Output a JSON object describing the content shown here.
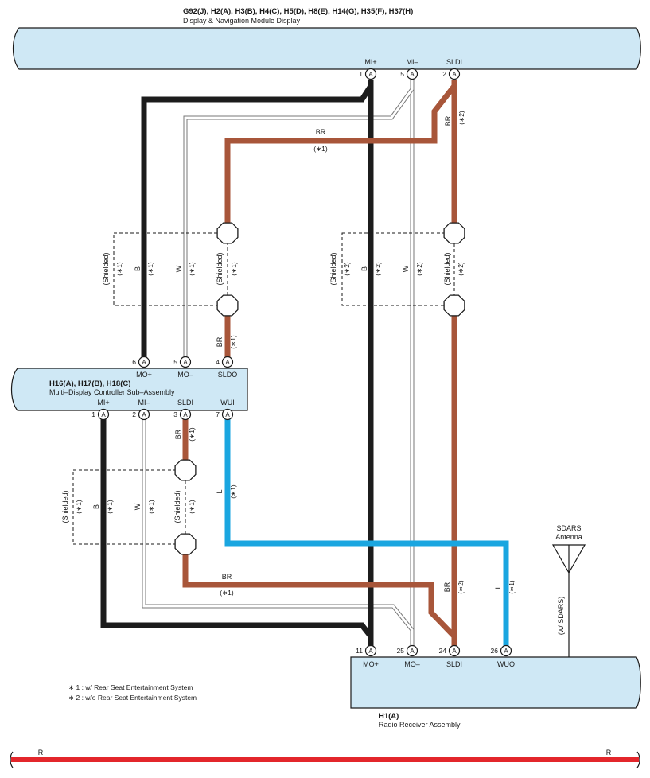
{
  "colors": {
    "connector_fill": "#cfe8f5",
    "black_wire": "#1c1c1c",
    "brown_wire": "#a8563a",
    "blue_wire": "#1aa6e0",
    "red_wire": "#e3262b",
    "white_wire": "#ffffff"
  },
  "display_module": {
    "codes": "G92(J), H2(A), H3(B), H4(C), H5(D), H8(E), H14(G), H35(F), H37(H)",
    "name": "Display & Navigation Module Display",
    "pins": [
      {
        "num": "1",
        "conn": "A",
        "label": "MI+"
      },
      {
        "num": "5",
        "conn": "A",
        "label": "MI–"
      },
      {
        "num": "2",
        "conn": "A",
        "label": "SLDI"
      }
    ]
  },
  "controller": {
    "codes": "H16(A), H17(B), H18(C)",
    "name": "Multi–Display Controller Sub–Assembly",
    "top_pins": [
      {
        "num": "6",
        "conn": "A",
        "label": "MO+"
      },
      {
        "num": "5",
        "conn": "A",
        "label": "MO–"
      },
      {
        "num": "4",
        "conn": "A",
        "label": "SLDO"
      }
    ],
    "bottom_pins": [
      {
        "num": "1",
        "conn": "A",
        "label": "MI+"
      },
      {
        "num": "2",
        "conn": "A",
        "label": "MI–"
      },
      {
        "num": "3",
        "conn": "A",
        "label": "SLDI"
      },
      {
        "num": "7",
        "conn": "A",
        "label": "WUI"
      }
    ]
  },
  "receiver": {
    "codes": "H1(A)",
    "name": "Radio Receiver Assembly",
    "pins": [
      {
        "num": "11",
        "conn": "A",
        "label": "MO+"
      },
      {
        "num": "25",
        "conn": "A",
        "label": "MO–"
      },
      {
        "num": "24",
        "conn": "A",
        "label": "SLDI"
      },
      {
        "num": "26",
        "conn": "A",
        "label": "WUO"
      }
    ]
  },
  "antenna": {
    "name_line1": "SDARS",
    "name_line2": "Antenna",
    "condition": "(w/ SDARS)"
  },
  "wire_labels": {
    "br": "BR",
    "b": "B",
    "w": "W",
    "l": "L",
    "r": "R",
    "note1": "(∗1)",
    "note2": "(∗2)",
    "shielded": "(Shielded)"
  },
  "notes": [
    "∗ 1 : w/ Rear Seat Entertainment System",
    "∗ 2 : w/o Rear Seat Entertainment System"
  ]
}
